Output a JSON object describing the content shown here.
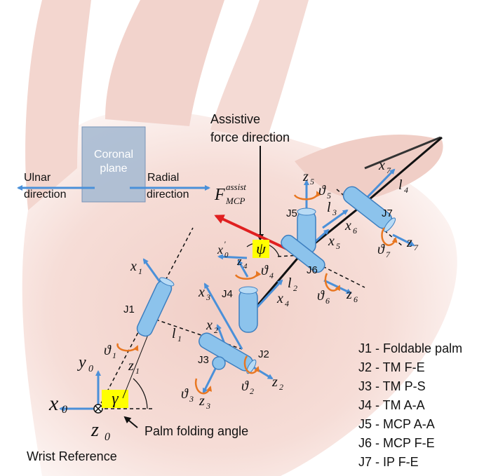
{
  "plane": {
    "coronal_line1": "Coronal",
    "coronal_line2": "plane",
    "ulnar_line1": "Ulnar",
    "ulnar_line2": "direction",
    "radial_line1": "Radial",
    "radial_line2": "direction"
  },
  "assist": {
    "line1": "Assistive",
    "line2": "force direction",
    "force_main": "F",
    "force_sup": "assist",
    "force_sub": "MCP",
    "psi": "ψ"
  },
  "wrist": {
    "label": "Wrist Reference",
    "fold_label": "Palm folding angle",
    "gamma": "γ",
    "x0_main": "x",
    "x0_sub": "0",
    "y0_main": "y",
    "y0_sub": "0",
    "z0_main": "z",
    "z0_sub": "0"
  },
  "joints": {
    "J1": "J1",
    "J2": "J2",
    "J3": "J3",
    "J4": "J4",
    "J5": "J5",
    "J6": "J6",
    "J7": "J7"
  },
  "symbols": {
    "x1": [
      "x",
      "1"
    ],
    "z1": [
      "z",
      "1"
    ],
    "th1": [
      "ϑ",
      "1"
    ],
    "l1": [
      "l",
      "1"
    ],
    "x2": [
      "x",
      "2"
    ],
    "z2": [
      "z",
      "2"
    ],
    "th2": [
      "ϑ",
      "2"
    ],
    "x3": [
      "x",
      "3"
    ],
    "z3": [
      "z",
      "3"
    ],
    "th3": [
      "ϑ",
      "3"
    ],
    "x4": [
      "x",
      "4"
    ],
    "z4": [
      "z",
      "4"
    ],
    "th4": [
      "ϑ",
      "4"
    ],
    "l2": [
      "l",
      "2"
    ],
    "x0p": [
      "x",
      "0"
    ],
    "x0p_prime": "'",
    "x5": [
      "x",
      "5"
    ],
    "z5": [
      "z",
      "5"
    ],
    "th5": [
      "ϑ",
      "5"
    ],
    "l3": [
      "l",
      "3"
    ],
    "x6": [
      "x",
      "6"
    ],
    "z6": [
      "z",
      "6"
    ],
    "th6": [
      "ϑ",
      "6"
    ],
    "x7": [
      "x",
      "7"
    ],
    "z7": [
      "z",
      "7"
    ],
    "th7": [
      "ϑ",
      "7"
    ],
    "l4": [
      "l",
      "4"
    ]
  },
  "legend": [
    "J1 - Foldable palm",
    "J2 - TM F-E",
    "J3 - TM P-S",
    "J4 - TM A-A",
    "J5 - MCP A-A",
    "J6 - MCP F-E",
    "J7 - IP F-E"
  ],
  "colors": {
    "axis": "#4a90d9",
    "joint_fill": "#8cc3ec",
    "force": "#e02020",
    "rotation": "#e87722",
    "highlight": "#ffff00",
    "plane": "#a9bcd3"
  }
}
